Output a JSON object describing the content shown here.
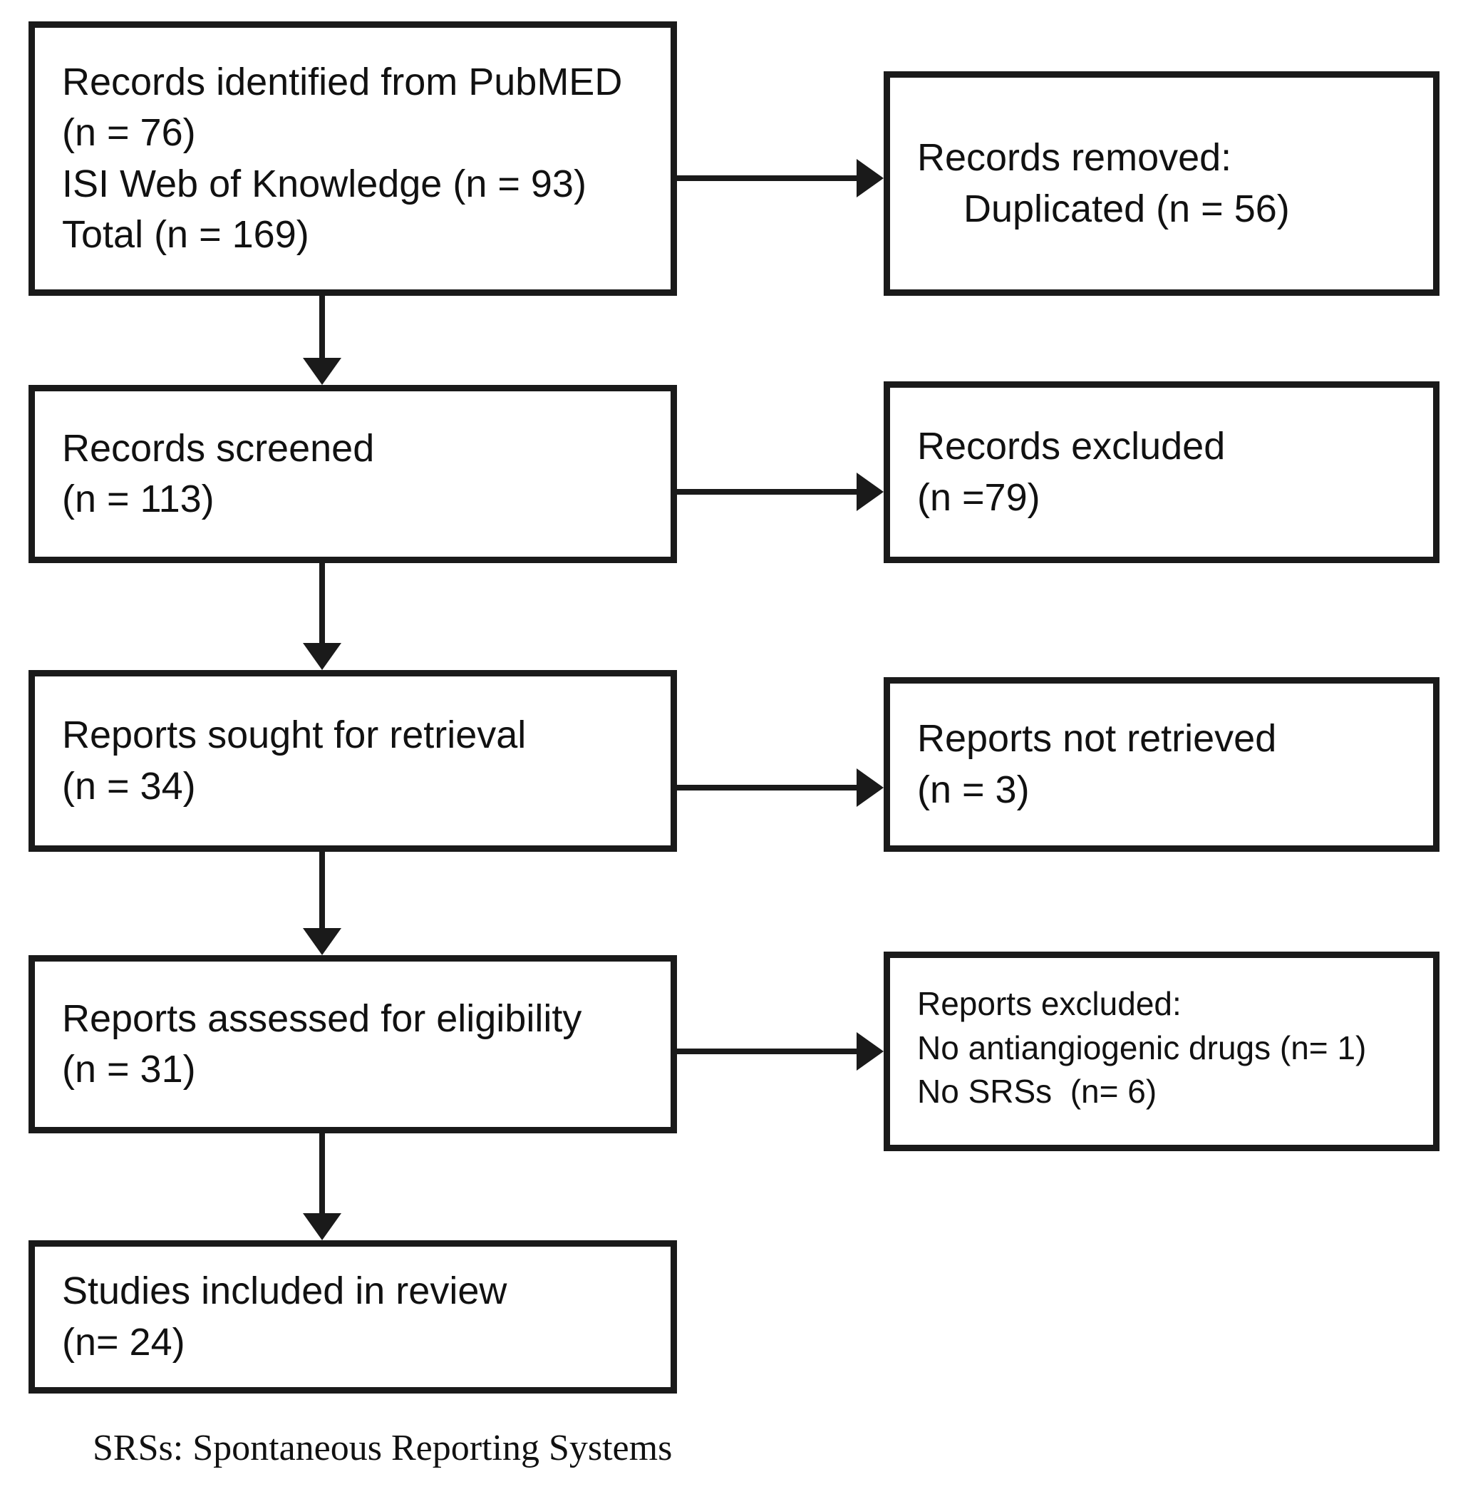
{
  "diagram": {
    "type": "prisma-flowchart",
    "colors": {
      "background": "#ffffff",
      "box_border": "#1a1a1a",
      "arrow": "#1a1a1a",
      "text": "#111111"
    },
    "boxes": {
      "identification": {
        "lines": [
          "Records identified from PubMED",
          "(n = 76)",
          "ISI Web of Knowledge (n = 93)",
          "Total (n = 169)"
        ]
      },
      "records_removed": {
        "lines": [
          "Records removed:",
          "Duplicated (n = 56)"
        ]
      },
      "screened": {
        "lines": [
          "Records screened",
          "(n = 113)"
        ]
      },
      "records_excluded": {
        "lines": [
          "Records excluded",
          "(n =79)"
        ]
      },
      "sought": {
        "lines": [
          "Reports sought for retrieval",
          "(n = 34)"
        ]
      },
      "not_retrieved": {
        "lines": [
          "Reports not retrieved",
          "(n = 3)"
        ]
      },
      "assessed": {
        "lines": [
          "Reports assessed for eligibility",
          "(n = 31)"
        ]
      },
      "reports_excluded": {
        "lines": [
          "Reports excluded:",
          "No antiangiogenic drugs (n= 1)",
          "No SRSs  (n= 6)"
        ]
      },
      "included": {
        "lines": [
          "Studies included in review",
          "(n= 24)"
        ]
      }
    },
    "footnote": "SRSs: Spontaneous Reporting Systems"
  }
}
